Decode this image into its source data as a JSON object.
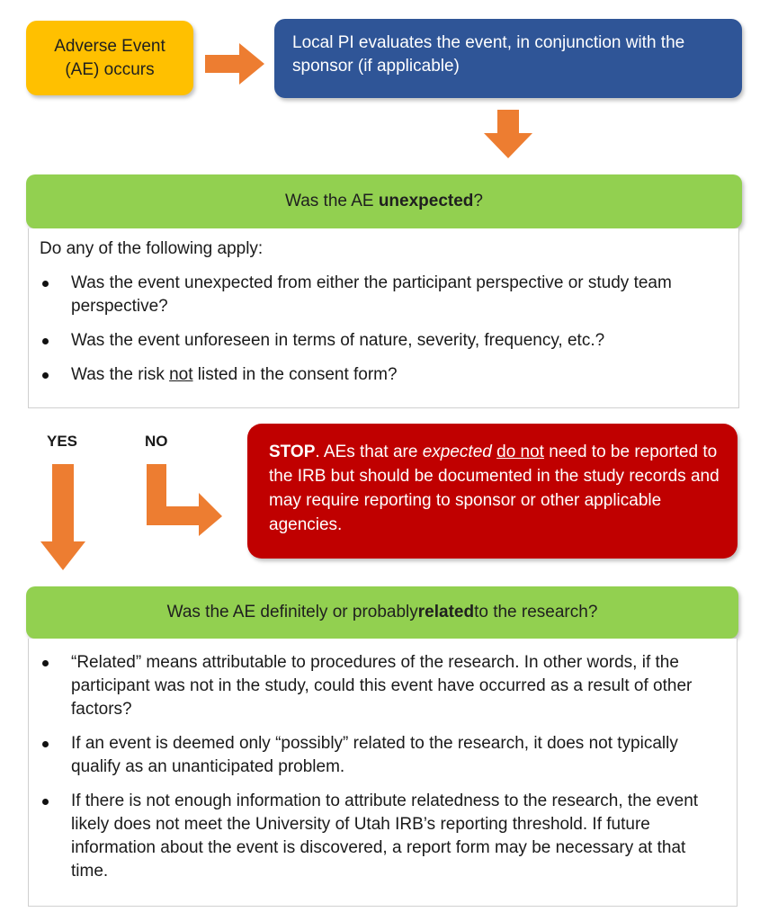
{
  "ae_box": {
    "line1": "Adverse Event",
    "line2": "(AE) occurs"
  },
  "pi_box": {
    "text": "Local PI evaluates the event, in conjunction with the sponsor (if applicable)"
  },
  "q1": {
    "pre": "Was the AE ",
    "bold": "unexpected",
    "post": "?",
    "intro": "Do any of the following apply:",
    "items": [
      "Was the event unexpected from either the participant perspective or study team perspective?",
      "Was the event unforeseen in terms of nature, severity, frequency, etc.?"
    ],
    "item3_pre": "Was the risk ",
    "item3_u": "not",
    "item3_post": " listed in the consent form?"
  },
  "labels": {
    "yes": "YES",
    "no": "NO"
  },
  "stop_box": {
    "bold": "STOP",
    "t1": ". AEs that are ",
    "italic": "expected",
    "t2": " ",
    "underline": "do not",
    "t3": " need to be reported to the IRB but should be documented in the study records and may require reporting to sponsor or other applicable agencies."
  },
  "q2": {
    "pre": "Was the AE definitely or probably ",
    "bold": "related",
    "post": " to the research?",
    "items": [
      "“Related” means attributable to procedures of the research. In other words, if the participant was not in the study, could this event have occurred as a result of other factors?",
      "If an event is deemed only “possibly” related to the research, it does not typically qualify as an unanticipated problem.",
      "If there is not enough information to attribute relatedness to the research, the event likely does not meet the University of Utah IRB’s reporting threshold. If future information about the event is discovered, a report form may be necessary at that time."
    ]
  },
  "colors": {
    "ae": "#ffc000",
    "pi": "#2f5597",
    "green": "#92d050",
    "stop": "#c00000",
    "arrow": "#ed7d31"
  }
}
